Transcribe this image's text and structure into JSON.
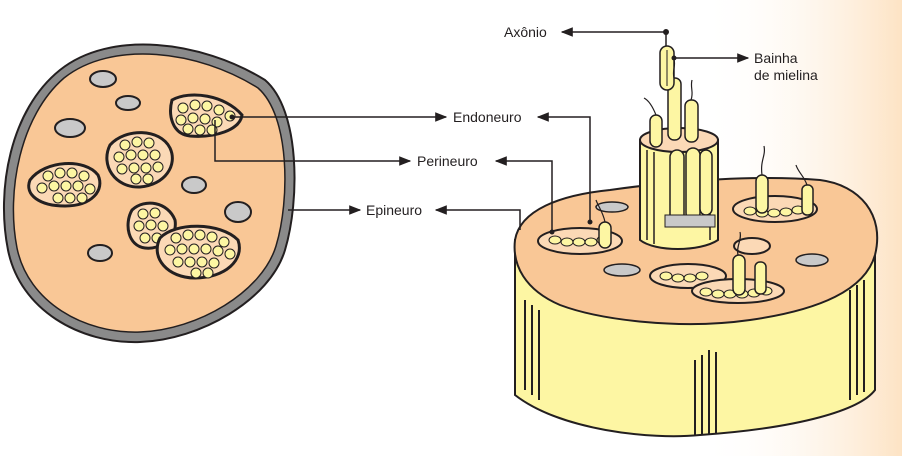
{
  "labels": {
    "axon": "Axônio",
    "myelin_line1": "Bainha",
    "myelin_line2": "de mielina",
    "endoneurium": "Endoneuro",
    "perineurium": "Perineuro",
    "epineurium": "Epineuro"
  },
  "colors": {
    "epineurium_fill": "#f9c796",
    "fascicle_fill": "#fbd9b6",
    "fiber_fill": "#fdf6a3",
    "nerve_side": "#fdf6a3",
    "outline": "#231f20",
    "vessel_fill": "#c9c9c9",
    "background_gradient_end": "#fde3c4"
  }
}
